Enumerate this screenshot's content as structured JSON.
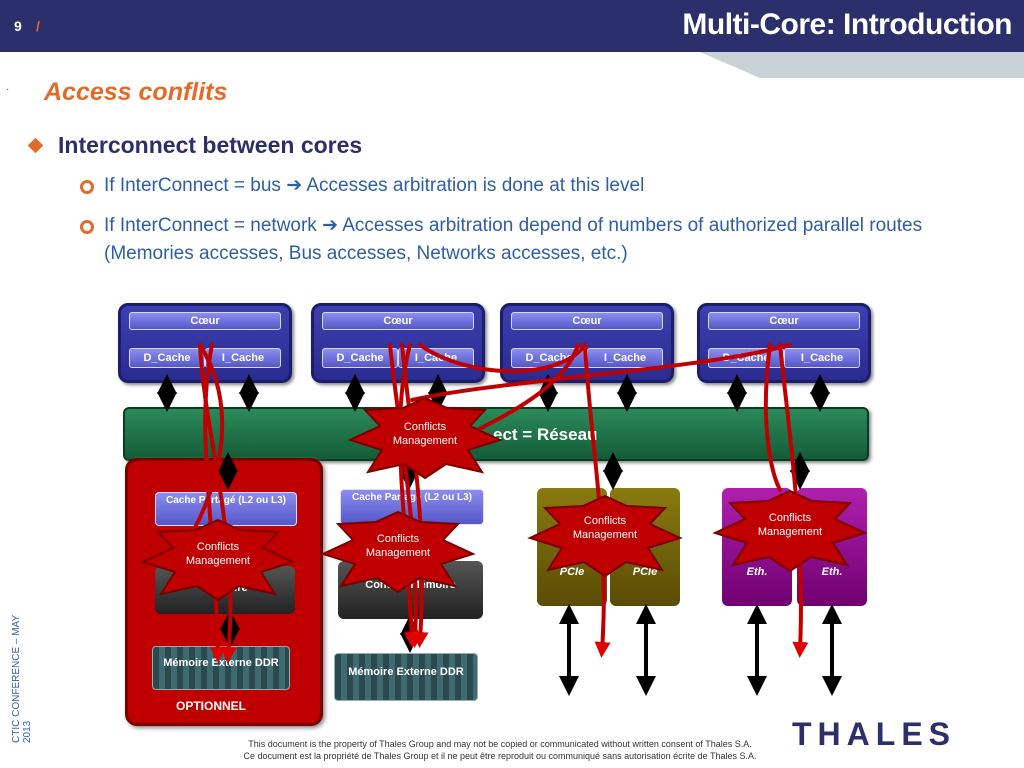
{
  "header": {
    "slide_number": "9",
    "slide_separator": "/",
    "title": "Multi-Core: Introduction"
  },
  "section": {
    "marker": "·",
    "title": "Access conflits"
  },
  "content": {
    "bullet": "Interconnect between cores",
    "sub_bullets": [
      "If InterConnect = bus ➔ Accesses arbitration is done at this level",
      "If InterConnect = network ➔ Accesses arbitration depend of numbers of authorized parallel routes (Memories accesses, Bus accesses, Networks accesses, etc.)"
    ]
  },
  "diagram": {
    "cores": [
      {
        "core": "Cœur",
        "d_cache": "D_Cache",
        "i_cache": "I_Cache"
      },
      {
        "core": "Cœur",
        "d_cache": "D_Cache",
        "i_cache": "I_Cache"
      },
      {
        "core": "Cœur",
        "d_cache": "D_Cache",
        "i_cache": "I_Cache"
      },
      {
        "core": "Cœur",
        "d_cache": "D_Cache",
        "i_cache": "I_Cache"
      }
    ],
    "interconnect_label": "ect = Réseau",
    "shared_cache": [
      "Cache Partagé (L2 ou L3)",
      "Cache Partagé (L2 ou L3)"
    ],
    "memory_controller": [
      "Mémoire",
      "Contrôl. Mémoire"
    ],
    "external_memory": [
      "Mémoire Externe DDR",
      "Mémoire Externe DDR"
    ],
    "pcie": [
      "PCIe",
      "PCIe"
    ],
    "eth": [
      "Eth.",
      "Eth."
    ],
    "optional_label": "OPTIONNEL",
    "conflict_label": "Conflicts Management"
  },
  "footer": {
    "line1": "This document is the property of Thales Group and may not be copied or communicated without written consent of Thales S.A.",
    "line2": "Ce document est la propriété de Thales Group et il ne peut être reproduit ou communiqué sans autorisation écrite de Thales S.A.",
    "side_text": "CTIC CONFERENCE – MAY 2013",
    "logo": "THALES"
  },
  "colors": {
    "header_navy": "#2b2f6b",
    "accent_orange": "#e26b2a",
    "text_blue": "#2d5ea8",
    "conflict_red": "#c00000"
  }
}
